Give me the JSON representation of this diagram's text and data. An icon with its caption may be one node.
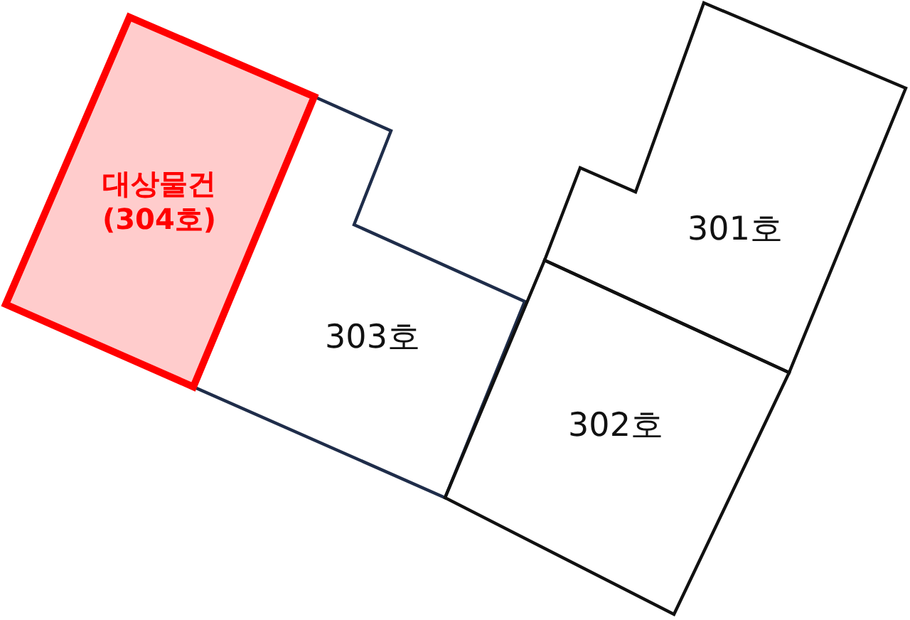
{
  "diagram": {
    "nodes": [
      {
        "text": [
          "대상물건 (304호)"
        ]
      },
      {
        "text": [
          "303호"
        ]
      },
      {
        "text": [
          "301호"
        ]
      },
      {
        "text": [
          "302호"
        ]
      }
    ]
  }
}
